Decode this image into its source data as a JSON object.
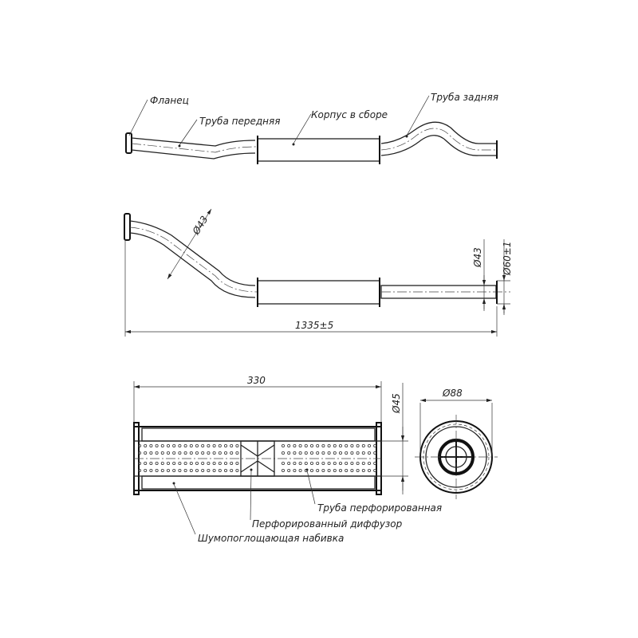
{
  "labels": {
    "flange": "Фланец",
    "front_pipe": "Труба передняя",
    "body_assembly": "Корпус в сборе",
    "rear_pipe": "Труба задняя",
    "perforated_pipe": "Труба перфорированная",
    "perforated_diffuser": "Перфорированный диффузор",
    "sound_absorbing_packing": "Шумопоглощающая набивка"
  },
  "dimensions": {
    "pipe_diameter_front": "Ø43",
    "pipe_diameter_rear": "Ø43",
    "flange_diameter": "Ø60±1",
    "overall_length": "1335±5",
    "body_length": "330",
    "inner_diameter": "Ø45",
    "body_diameter": "Ø88"
  }
}
